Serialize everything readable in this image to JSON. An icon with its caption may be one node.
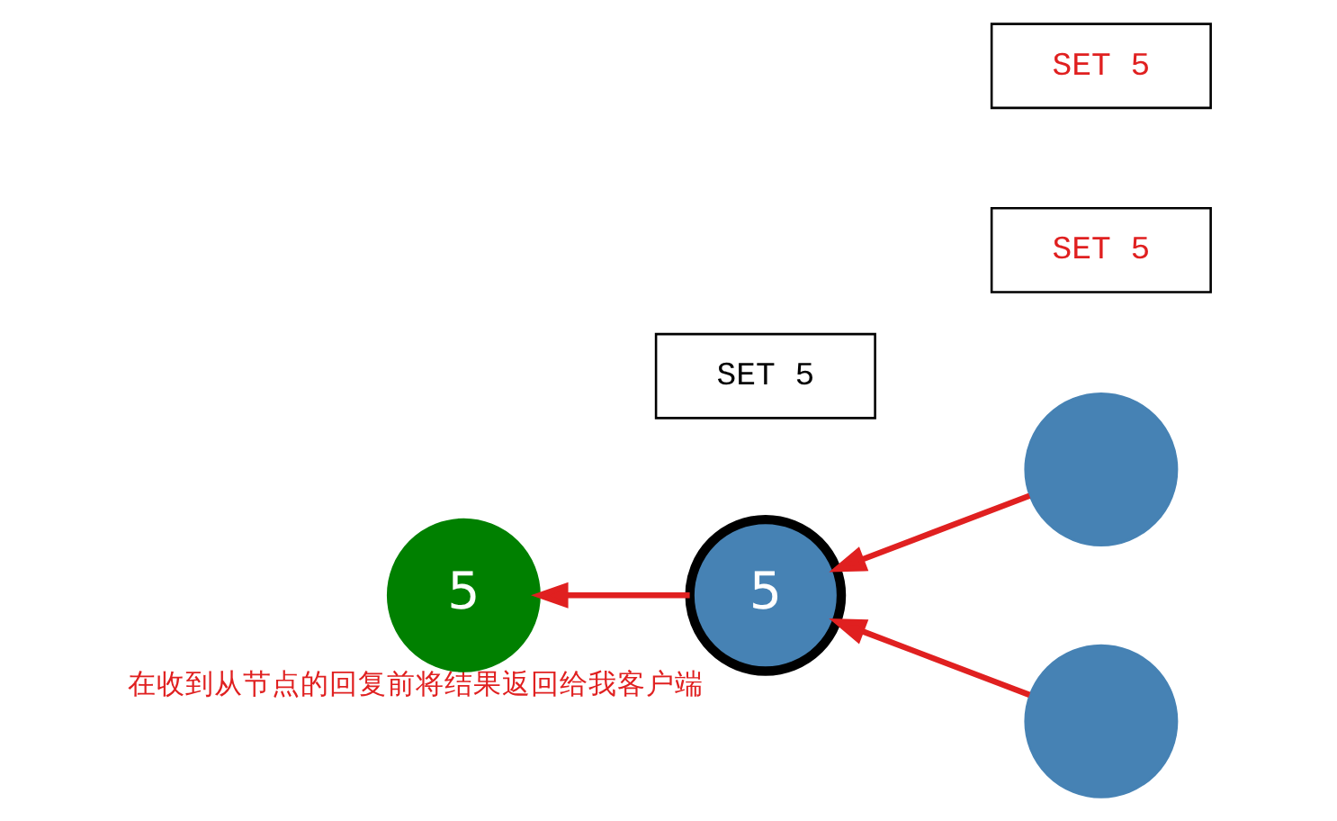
{
  "diagram": {
    "nodes": [
      {
        "text": [],
        "shape": "circle"
      },
      {
        "text": [
          "SET 5"
        ]
      },
      {
        "text": [
          "5"
        ]
      },
      {
        "text": [
          "5"
        ],
        "beside": [
          "在收到从节点的回复前将结果返回给我客户端"
        ]
      },
      {
        "text": [],
        "shape": "circle"
      },
      {
        "text": [
          "SET 5"
        ]
      },
      {
        "text": [
          "SET 5"
        ]
      }
    ],
    "edges": [
      {
        "from": 0,
        "to": 3,
        "arrow": "to"
      },
      {
        "from": 4,
        "to": 3,
        "arrow": "to"
      },
      {
        "from": 3,
        "to": 2,
        "arrow": "to"
      }
    ]
  }
}
